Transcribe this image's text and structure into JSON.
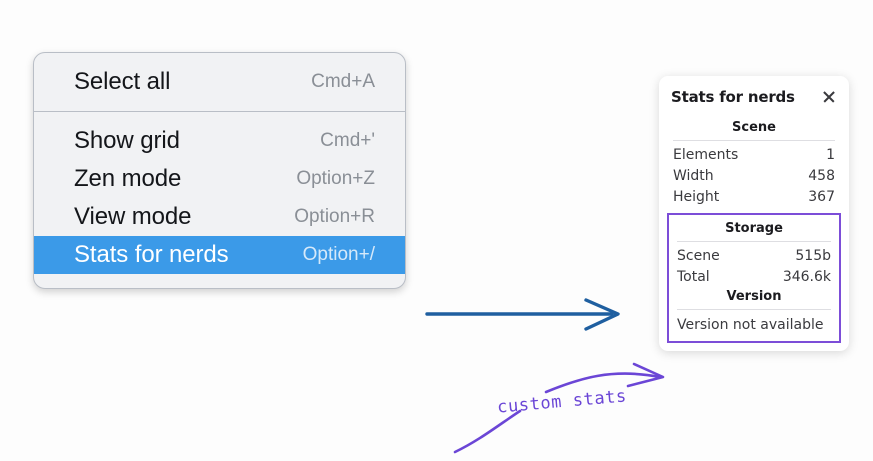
{
  "context_menu": {
    "name": "canvas-context-menu",
    "groups": [
      {
        "items": [
          {
            "label": "Select all",
            "shortcut": "Cmd+A",
            "selected": false,
            "name": "select-all"
          }
        ]
      },
      {
        "items": [
          {
            "label": "Show grid",
            "shortcut": "Cmd+'",
            "selected": false,
            "name": "show-grid"
          },
          {
            "label": "Zen mode",
            "shortcut": "Option+Z",
            "selected": false,
            "name": "zen-mode"
          },
          {
            "label": "View mode",
            "shortcut": "Option+R",
            "selected": false,
            "name": "view-mode"
          },
          {
            "label": "Stats for nerds",
            "shortcut": "Option+/",
            "selected": true,
            "name": "stats-for-nerds"
          }
        ]
      }
    ]
  },
  "stats_panel": {
    "title": "Stats for nerds",
    "close_icon": "close-icon",
    "scene": {
      "heading": "Scene",
      "rows": [
        {
          "label": "Elements",
          "value": "1"
        },
        {
          "label": "Width",
          "value": "458"
        },
        {
          "label": "Height",
          "value": "367"
        }
      ]
    },
    "storage": {
      "heading": "Storage",
      "rows": [
        {
          "label": "Scene",
          "value": "515b"
        },
        {
          "label": "Total",
          "value": "346.6k"
        }
      ]
    },
    "version": {
      "heading": "Version",
      "text": "Version not available"
    }
  },
  "annotations": {
    "handwritten_label": "custom stats",
    "blue_arrow_color": "#1f5fa0",
    "purple_color": "#6b46d6",
    "highlight_color": "#3b9ae8"
  }
}
